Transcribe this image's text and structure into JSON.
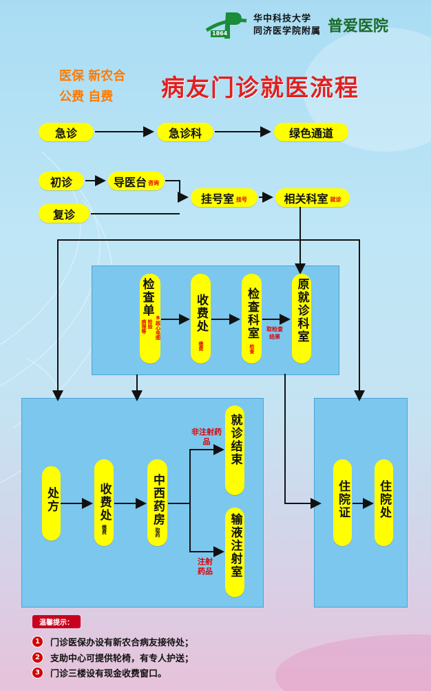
{
  "header": {
    "university": "华中科技大学",
    "college": "同济医学院附属",
    "hospital": "普爱医院",
    "logo_year": "1864"
  },
  "title": {
    "categories_line1": "医保 新农合",
    "categories_line2": "公费 自费",
    "main": "病友门诊就医流程"
  },
  "flow": {
    "emergency": "急诊",
    "emergency_dept": "急诊科",
    "green_channel": "绿色通道",
    "first_visit": "初诊",
    "guide_desk": "导医台",
    "guide_note": "咨询",
    "return_visit": "复诊",
    "registration": "挂号室",
    "registration_note": "挂号",
    "related_dept": "相关科室",
    "related_note": "就诊",
    "exam_slip": "检查单",
    "exam_slip_note1": "检验",
    "exam_slip_note2": "病理等",
    "exam_slip_note3": "B超",
    "exam_slip_note4": "心电图",
    "cashier1": "收费处",
    "cashier1_note": "缴费",
    "exam_dept": "检查科室",
    "exam_dept_note": "检查",
    "get_results": "取检查结果",
    "orig_dept": "原就诊科室",
    "prescription": "处方",
    "cashier2": "收费处",
    "cashier2_note": "缴费",
    "pharmacy": "中西药房",
    "pharmacy_note": "取药",
    "non_injection": "非注射药品",
    "injection": "注射药品",
    "end_visit": "就诊结束",
    "infusion_room": "输液注射室",
    "admission_cert": "住院证",
    "admission_office": "住院处"
  },
  "tips": {
    "label": "温馨提示：",
    "items": [
      {
        "num": "1",
        "text": "门诊医保办设有新农合病友接待处；"
      },
      {
        "num": "2",
        "text": "支助中心可提供轮椅，有专人护送；"
      },
      {
        "num": "3",
        "text": "门诊三楼设有现金收费窗口。"
      }
    ]
  },
  "colors": {
    "pill": "#ffff00",
    "panel": "#7cc7ee",
    "title_red": "#e02020",
    "arrow": "#111111"
  }
}
